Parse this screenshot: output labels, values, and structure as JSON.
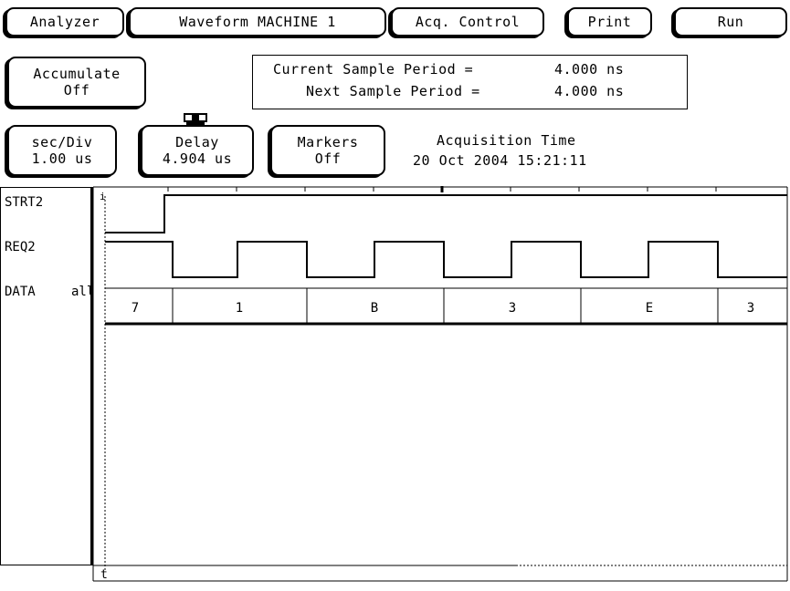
{
  "top_bar": {
    "analyzer": "Analyzer",
    "waveform": "Waveform MACHINE 1",
    "acq_control": "Acq. Control",
    "print": "Print",
    "run": "Run"
  },
  "accumulate": {
    "label": "Accumulate",
    "value": "Off"
  },
  "sample_period": {
    "current_label": "Current Sample Period =",
    "current_value": "4.000 ns",
    "next_label": "Next Sample Period =",
    "next_value": "4.000 ns"
  },
  "sec_div": {
    "label": "sec/Div",
    "value": "1.00 us"
  },
  "delay": {
    "label": "Delay",
    "value": "4.904 us"
  },
  "markers": {
    "label": "Markers",
    "value": "Off"
  },
  "acquisition": {
    "label": "Acquisition Time",
    "value": "20 Oct 2004 15:21:11"
  },
  "signals": {
    "strt2": "STRT2",
    "req2": "REQ2",
    "data": "DATA",
    "data_suffix": "all"
  },
  "markers_row": {
    "trigger": "t",
    "start": "i"
  },
  "data_values": [
    "7",
    "1",
    "B",
    "3",
    "E",
    "3"
  ]
}
